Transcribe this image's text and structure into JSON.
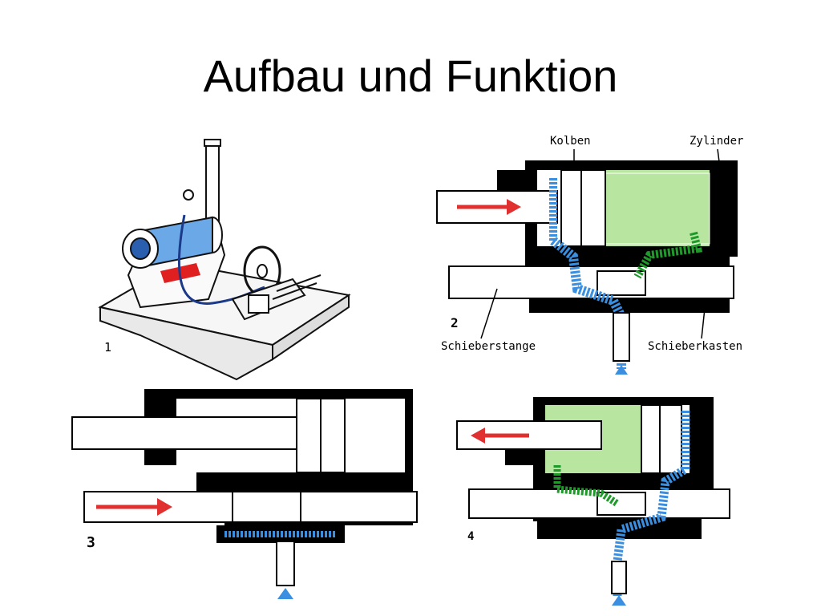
{
  "slide": {
    "title": "Aufbau und Funktion"
  },
  "figures": {
    "panel1": {
      "number": "1"
    },
    "panel2": {
      "number": "2",
      "labels": {
        "piston": "Kolben",
        "cylinder": "Zylinder",
        "slide_rod": "Schieberstange",
        "valve_chest": "Schieberkasten"
      }
    },
    "panel3": {
      "number": "3"
    },
    "panel4": {
      "number": "4"
    }
  },
  "colors": {
    "body": "#000000",
    "steam": "#3a8fe0",
    "exhaust": "#1f9a2a",
    "arrow": "#e03030",
    "filled": "#b8e6a0"
  }
}
